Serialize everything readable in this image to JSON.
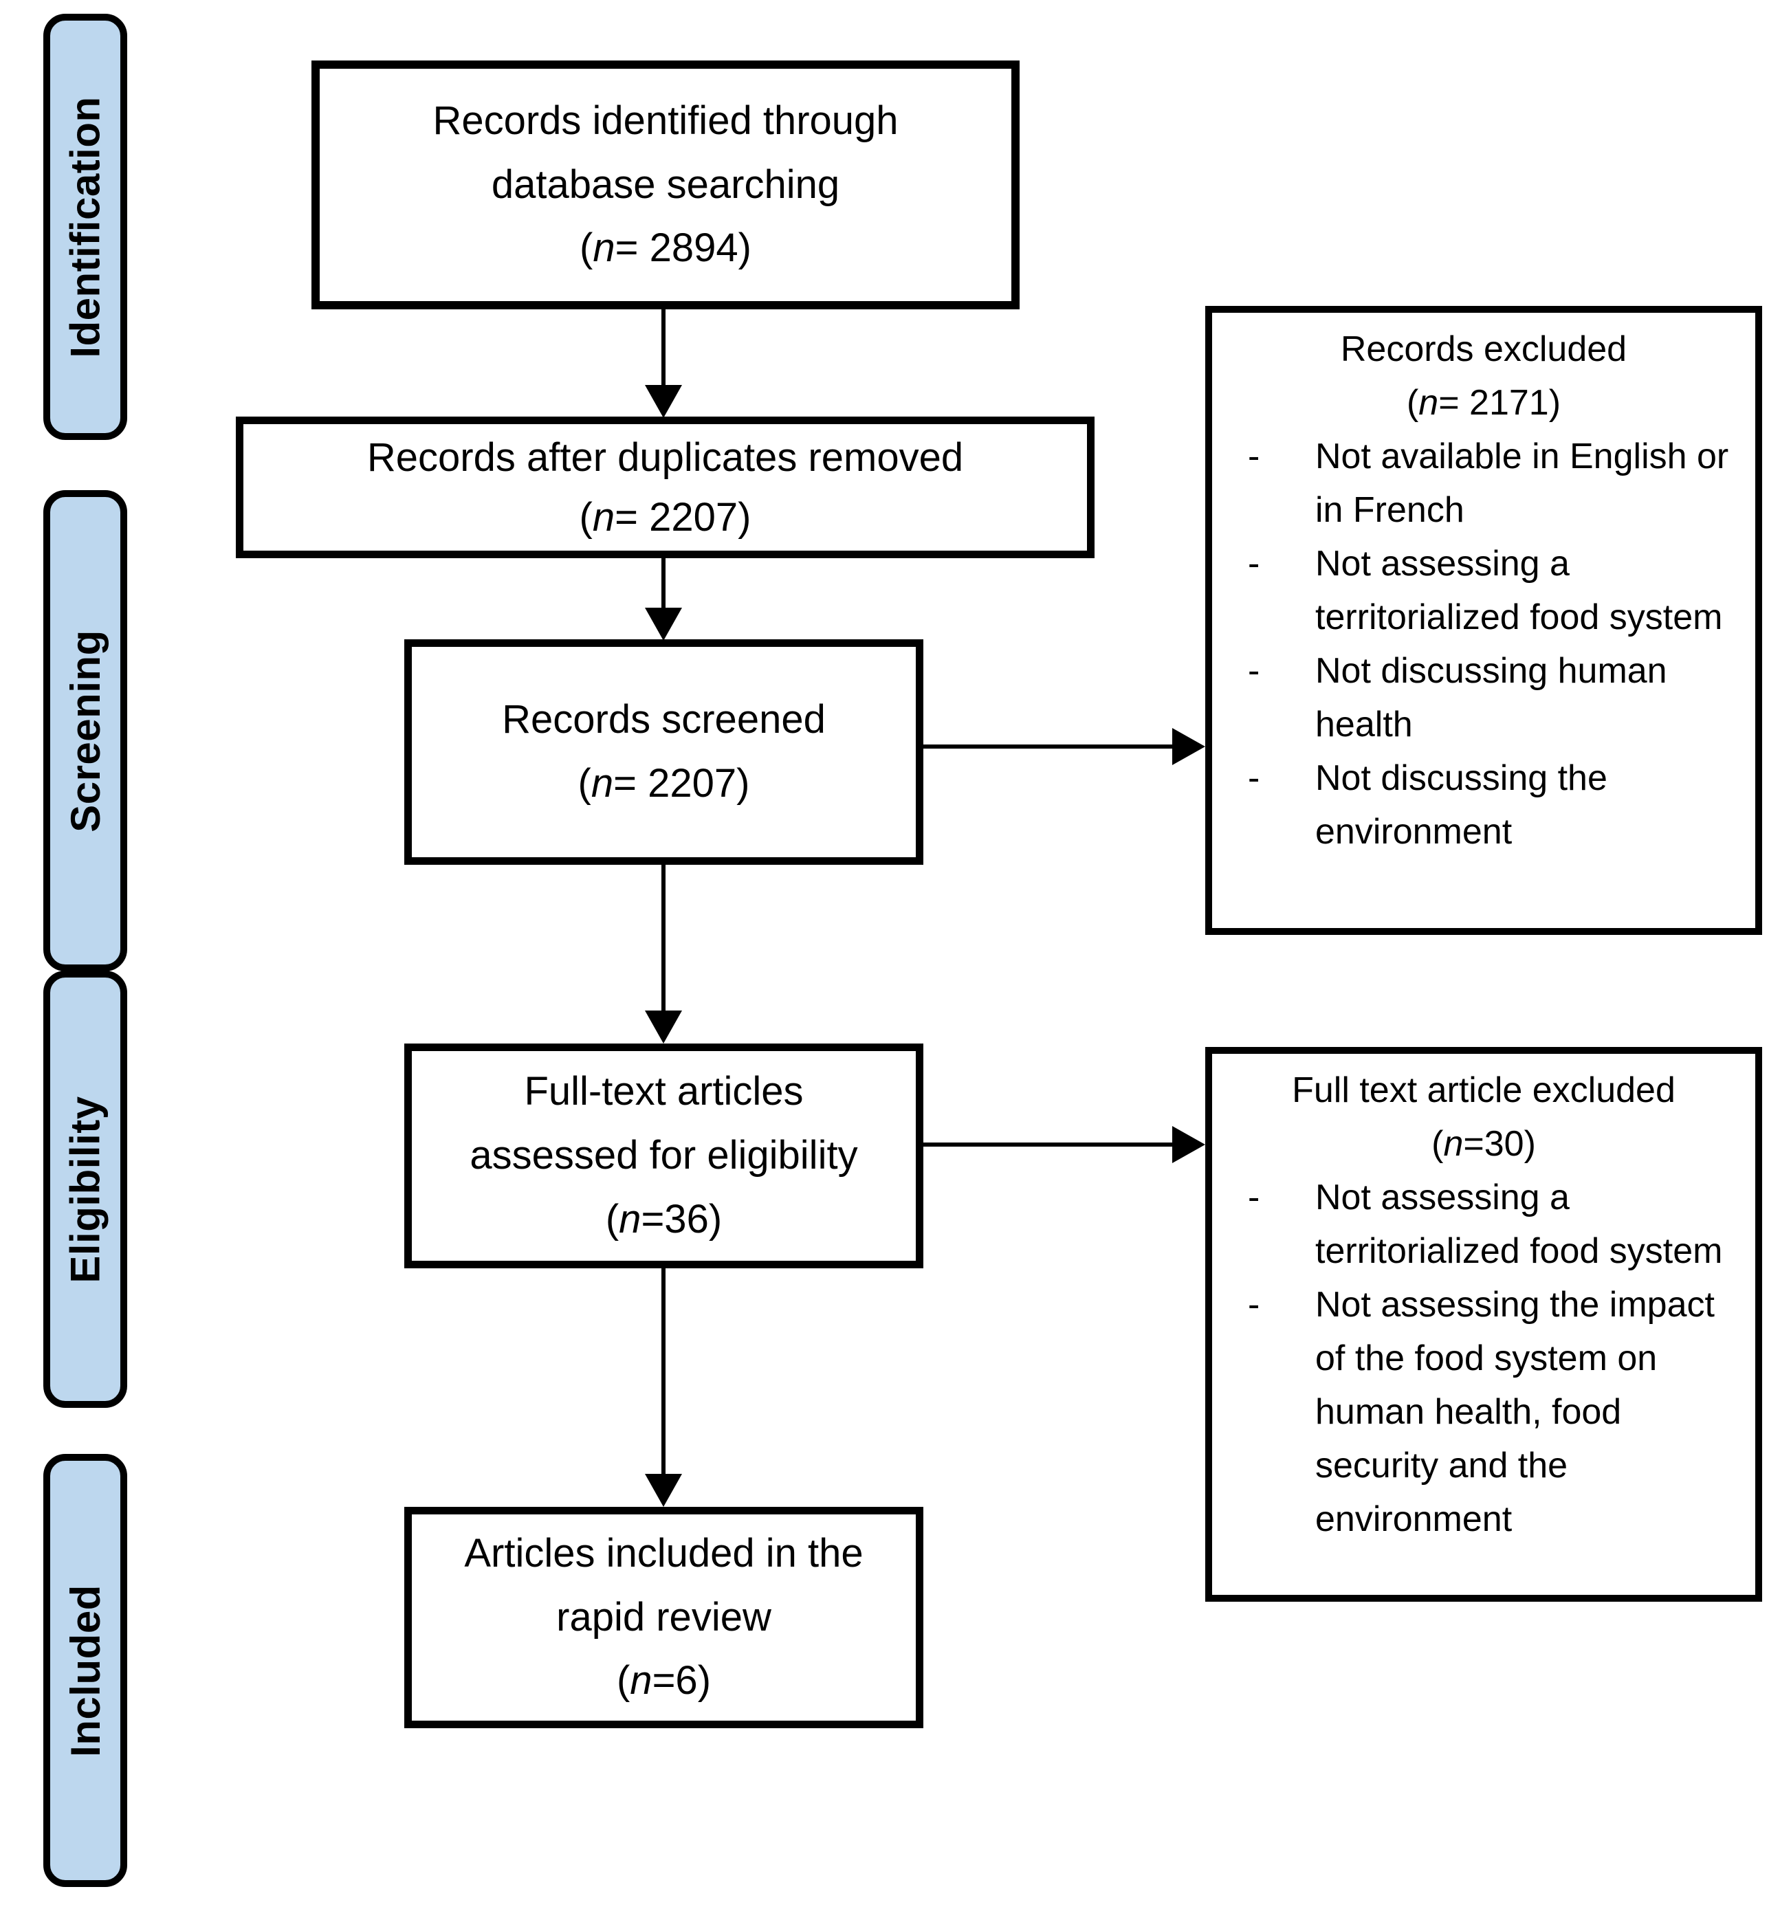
{
  "diagram": {
    "stages": [
      {
        "label": "Identification"
      },
      {
        "label": "Screening"
      },
      {
        "label": "Eligibility"
      },
      {
        "label": "Included"
      }
    ],
    "bullet_marker": "-",
    "flow_boxes": [
      {
        "id": "records-identified",
        "lines": [
          "Records identified through",
          "database searching"
        ],
        "n_open": "(",
        "n_italic": "n",
        "n_rest": "= 2894)"
      },
      {
        "id": "duplicates-removed",
        "lines": [
          "Records after duplicates removed"
        ],
        "n_open": "(",
        "n_italic": "n",
        "n_rest": "= 2207)"
      },
      {
        "id": "records-screened",
        "lines": [
          "Records screened"
        ],
        "n_open": "(",
        "n_italic": "n",
        "n_rest": "= 2207)"
      },
      {
        "id": "fulltext-assessed",
        "lines": [
          "Full-text articles",
          "assessed for eligibility"
        ],
        "n_open": "(",
        "n_italic": "n",
        "n_rest": "=36)"
      },
      {
        "id": "articles-included",
        "lines": [
          "Articles included in the",
          "rapid review"
        ],
        "n_open": "(",
        "n_italic": "n",
        "n_rest": "=6)"
      }
    ],
    "side_boxes": [
      {
        "id": "records-excluded",
        "title": "Records excluded",
        "n_open": "(",
        "n_italic": "n",
        "n_rest": "= 2171)",
        "bullets": [
          "Not available in English or in French",
          "Not assessing a territorialized food system",
          "Not discussing human health",
          "Not discussing the environment"
        ]
      },
      {
        "id": "fulltext-excluded",
        "title": "Full text article excluded",
        "n_open": "(",
        "n_italic": "n",
        "n_rest": "=30)",
        "bullets": [
          "Not assessing a territorialized food system",
          "Not assessing the impact of the food system on human health, food security and the environment"
        ]
      }
    ],
    "colors": {
      "stage_fill": "#bdd7ee",
      "line": "#000000",
      "background": "#ffffff"
    }
  }
}
